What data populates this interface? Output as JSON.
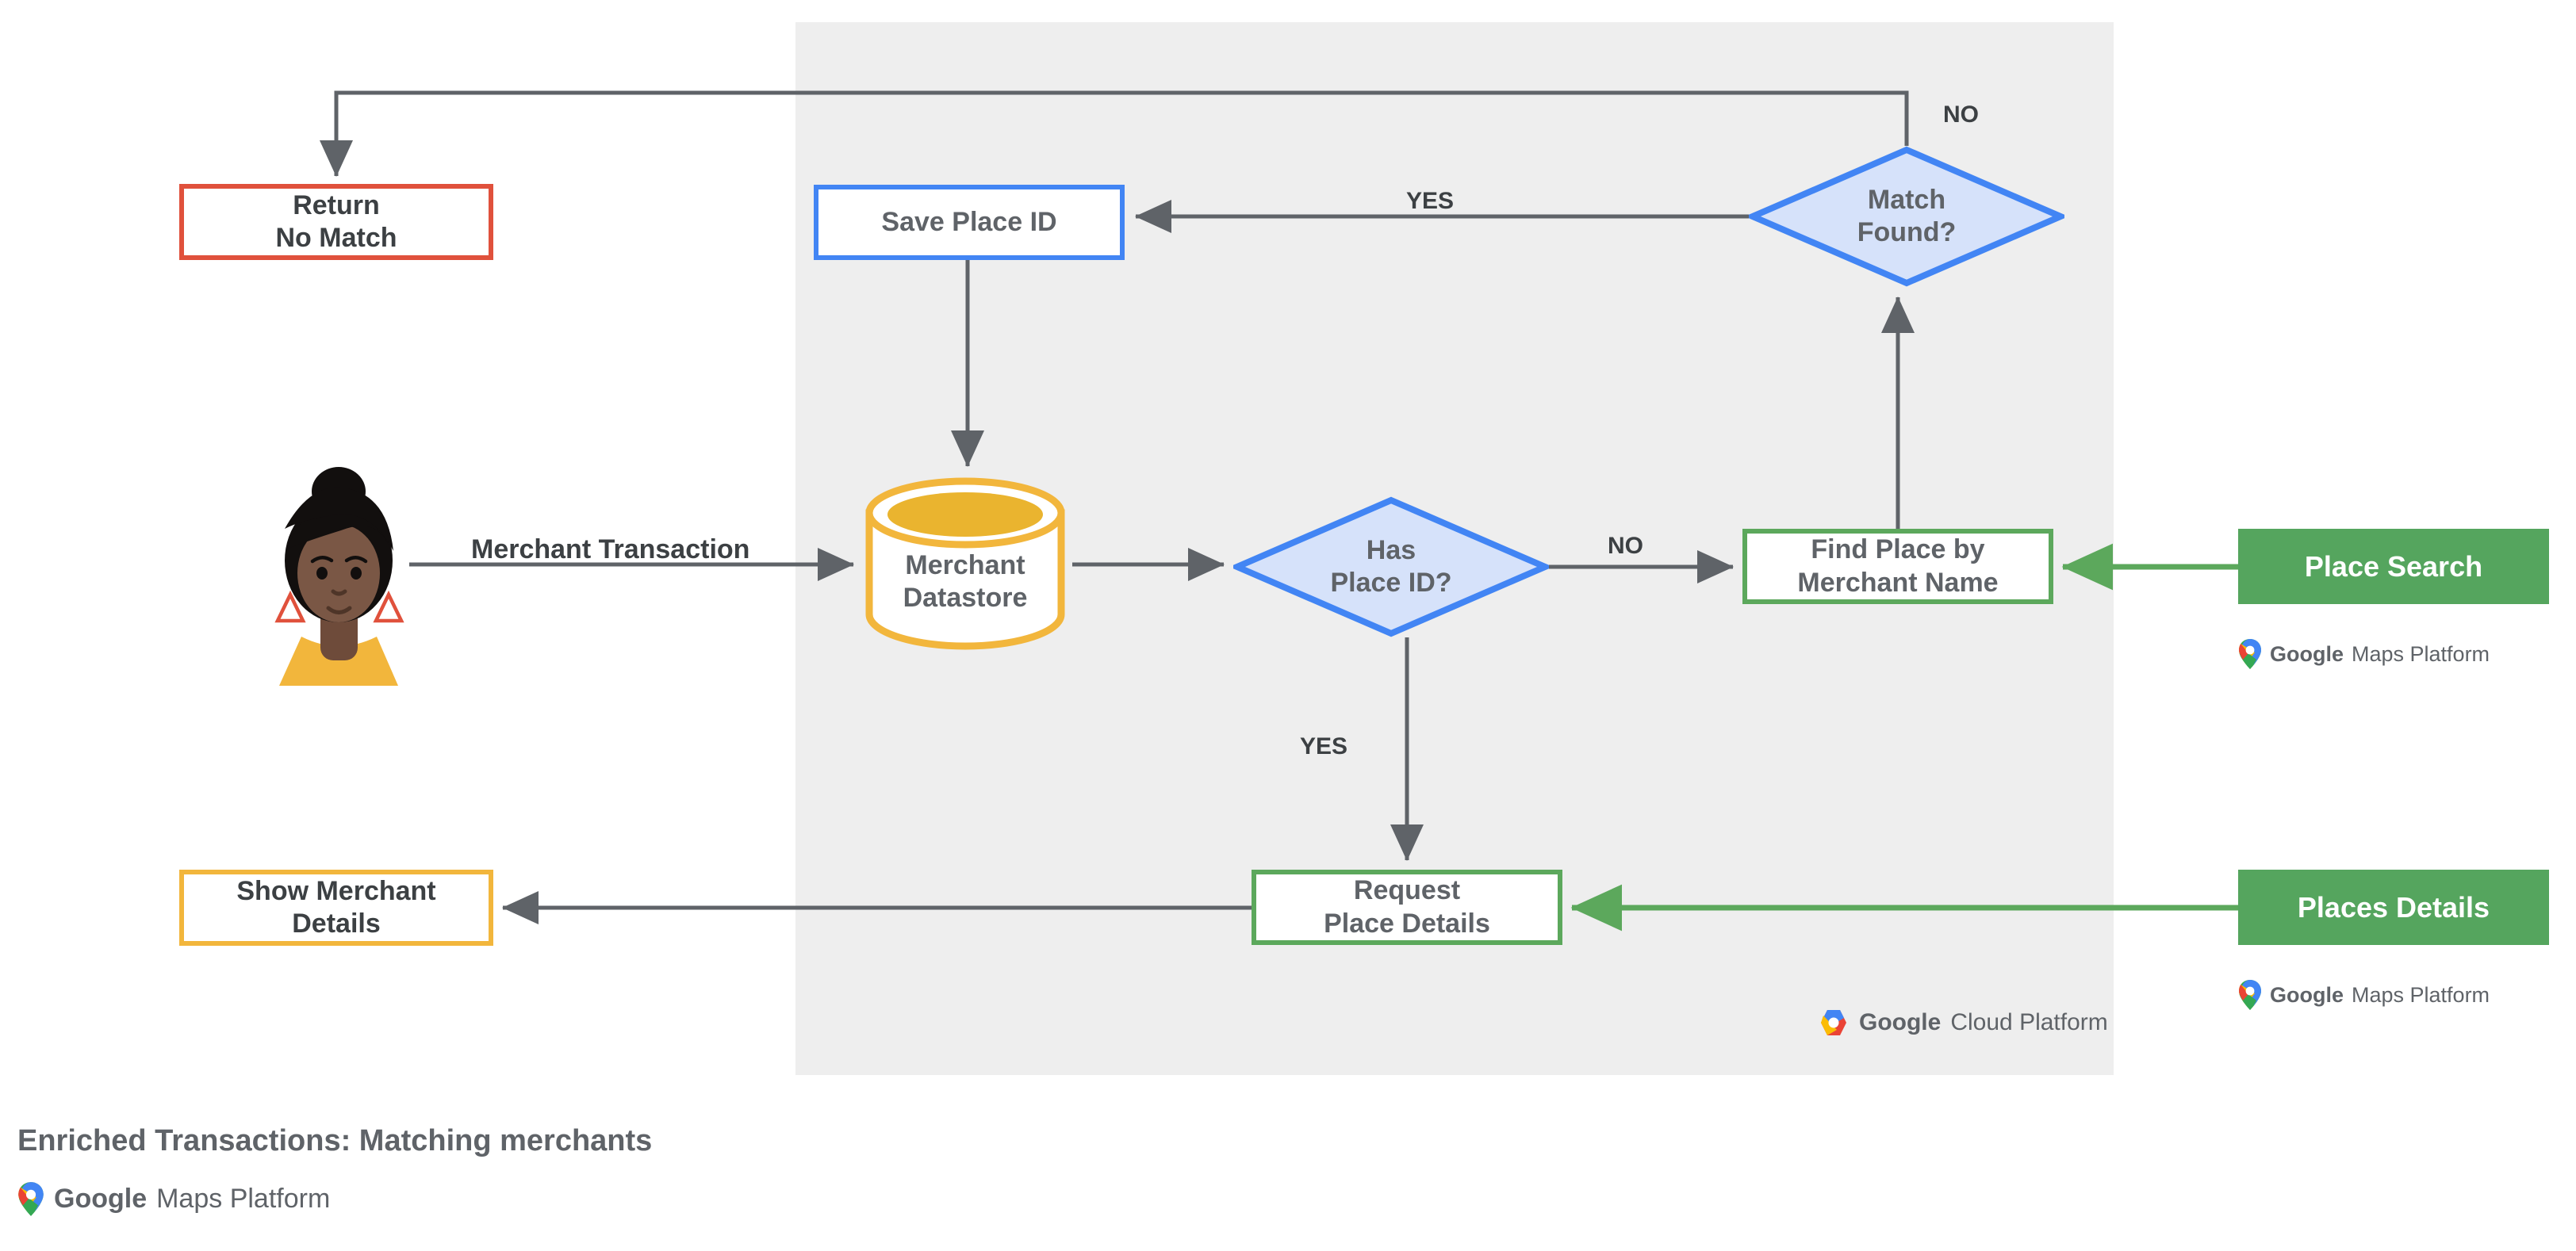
{
  "diagram": {
    "caption": "Enriched Transactions: Matching merchants",
    "caption_logo": {
      "google": "Google",
      "product": "Maps Platform"
    },
    "platform_badge": {
      "google": "Google",
      "product": "Cloud Platform"
    },
    "colors": {
      "panel_bg": "#EEEEEE",
      "red": "#E0513C",
      "blue": "#4285F4",
      "blue_fill": "#D6E2FA",
      "green": "#5CA85C",
      "green_fill": "#55A55E",
      "amber": "#F2B63C",
      "edge": "#5F6368",
      "text": "#5F6368"
    },
    "nodes": [
      {
        "id": "return-no-match",
        "label_line1": "Return",
        "label_line2": "No Match",
        "shape": "process",
        "accent": "red"
      },
      {
        "id": "save-place-id",
        "label_line1": "Save Place ID",
        "label_line2": "",
        "shape": "process",
        "accent": "blue"
      },
      {
        "id": "merchant-datastore",
        "label_line1": "Merchant",
        "label_line2": "Datastore",
        "shape": "cylinder",
        "accent": "amber"
      },
      {
        "id": "has-place-id",
        "label_line1": "Has",
        "label_line2": "Place ID?",
        "shape": "decision",
        "accent": "blue"
      },
      {
        "id": "match-found",
        "label_line1": "Match",
        "label_line2": "Found?",
        "shape": "decision",
        "accent": "blue"
      },
      {
        "id": "find-place-by-merchant-name",
        "label_line1": "Find Place by",
        "label_line2": "Merchant Name",
        "shape": "process",
        "accent": "green"
      },
      {
        "id": "request-place-details",
        "label_line1": "Request",
        "label_line2": "Place Details",
        "shape": "process",
        "accent": "green"
      },
      {
        "id": "show-merchant-details",
        "label_line1": "Show Merchant",
        "label_line2": "Details",
        "shape": "process",
        "accent": "amber"
      }
    ],
    "api_boxes": [
      {
        "id": "place-search",
        "label": "Place Search",
        "logo_google": "Google",
        "logo_product": "Maps Platform"
      },
      {
        "id": "places-details",
        "label": "Places Details",
        "logo_google": "Google",
        "logo_product": "Maps Platform"
      }
    ],
    "edge_labels": {
      "merchant_transaction": "Merchant Transaction",
      "has_place_id_no": "NO",
      "has_place_id_yes": "YES",
      "match_found_yes": "YES",
      "match_found_no": "NO"
    },
    "actor": {
      "id": "customer-avatar",
      "name": "customer-avatar"
    }
  }
}
